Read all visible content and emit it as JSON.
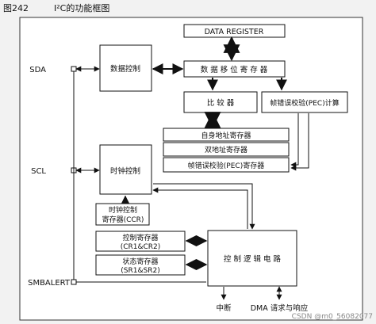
{
  "figure": {
    "number": "图242",
    "title": "I²C的功能框图"
  },
  "pins": {
    "sda": "SDA",
    "scl": "SCL",
    "smbalert": "SMBALERT"
  },
  "blocks": {
    "data_register": "DATA REGISTER",
    "data_control": "数据控制",
    "shift_register": "数 据 移 位 寄 存 器",
    "comparator": "比 较 器",
    "pec_calc": "帧错误校验(PEC)计算",
    "own_address_register": "自身地址寄存器",
    "dual_address_register": "双地址寄存器",
    "pec_register": "帧错误校验(PEC)寄存器",
    "clock_control": "时钟控制",
    "ccr": [
      "时钟控制",
      "寄存器(CCR)"
    ],
    "control_register": [
      "控制寄存器",
      "(CR1&CR2)"
    ],
    "status_register": [
      "状态寄存器",
      "(SR1&SR2)"
    ],
    "control_logic": "控 制 逻 辑 电 路"
  },
  "outputs": {
    "interrupt": "中断",
    "dma": "DMA 请求与响应"
  },
  "watermark": "CSDN @m0_56082077"
}
